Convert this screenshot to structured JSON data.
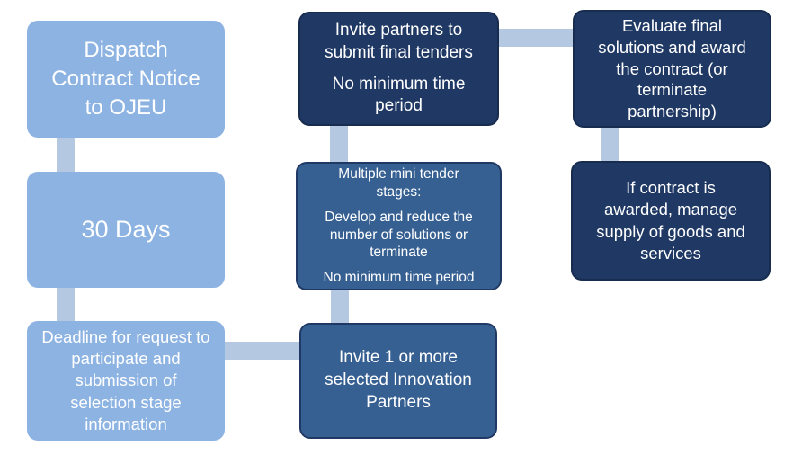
{
  "colors": {
    "background": "#ffffff",
    "light_box": "#8db3e2",
    "medium_box": "#376092",
    "dark_box": "#1f3864",
    "medium_border": "#1f3864",
    "dark_border": "#172c4e",
    "connector": "#b5c8e2",
    "text": "#ffffff"
  },
  "flowchart": {
    "left_column": {
      "dispatch_box": {
        "text": "Dispatch Contract Notice to OJEU"
      },
      "days_box": {
        "text": "30 Days"
      },
      "deadline_box": {
        "text": "Deadline for request to participate and submission of selection stage information"
      }
    },
    "middle_column": {
      "final_tenders_box": {
        "paragraphs": [
          "Invite partners to submit final tenders",
          "No minimum time period"
        ]
      },
      "mini_tender_box": {
        "paragraphs": [
          "Multiple mini tender stages:",
          "Develop and reduce the number of solutions or terminate",
          "No minimum time period"
        ]
      },
      "invite_partners_box": {
        "text": "Invite 1 or more selected Innovation Partners"
      }
    },
    "right_column": {
      "evaluate_box": {
        "text": "Evaluate final solutions and award the contract (or terminate partnership)"
      },
      "manage_supply_box": {
        "text": "If contract is awarded, manage supply of goods and services"
      }
    }
  }
}
